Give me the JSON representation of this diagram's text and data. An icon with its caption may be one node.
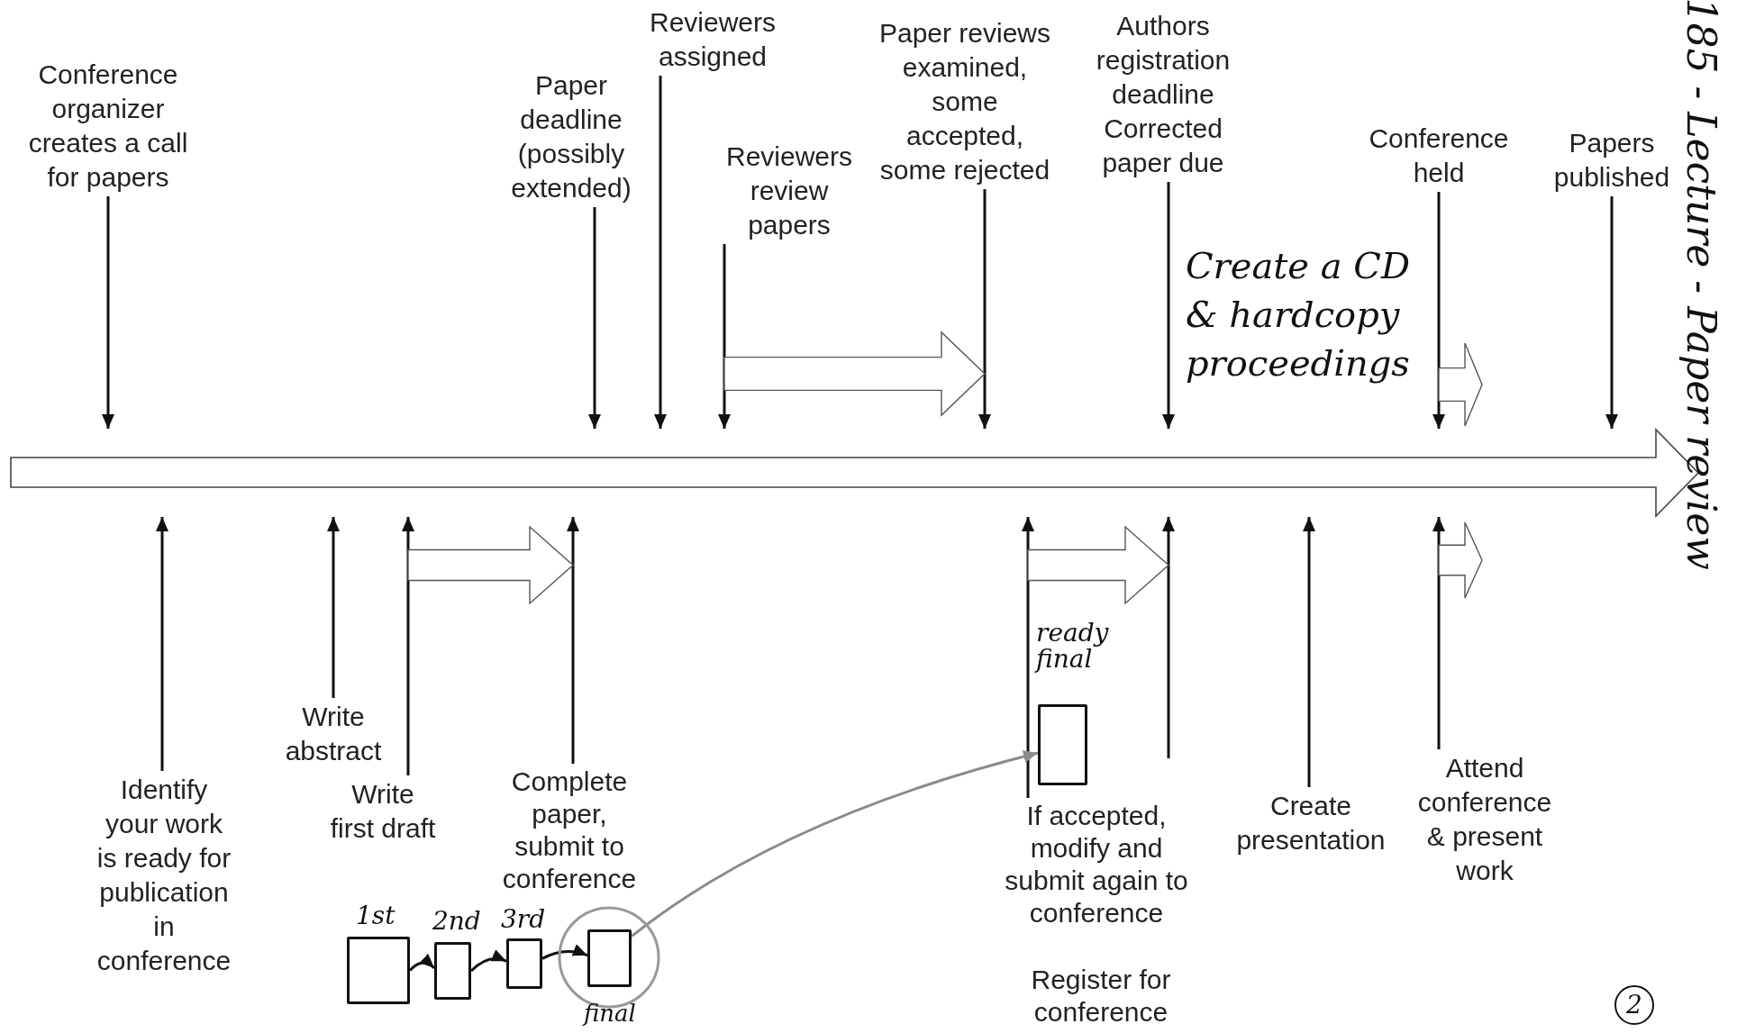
{
  "diagram": {
    "nodes": [
      {
        "text": [],
        "shape": "arrow"
      },
      {
        "text": [
          "Conference organizer creates a call for papers"
        ]
      },
      {
        "text": [
          "Paper deadline (possibly extended)"
        ]
      },
      {
        "text": [
          "Reviewers assigned"
        ]
      },
      {
        "text": [
          "Reviewers review papers"
        ]
      },
      {
        "text": [
          "Paper reviews examined, some accepted, some rejected"
        ]
      },
      {
        "text": [
          "Authors registration deadline",
          "Corrected paper due"
        ]
      },
      {
        "text": [
          "Conference held"
        ]
      },
      {
        "text": [
          "Papers published"
        ]
      },
      {
        "text": [
          "Identify your work is ready for publication in conference"
        ]
      },
      {
        "text": [
          "Write abstract"
        ]
      },
      {
        "text": [
          "Write first draft"
        ]
      },
      {
        "text": [
          "Complete paper, submit to conference"
        ]
      },
      {
        "text": [
          "If accepted, modify and submit again to conference"
        ]
      },
      {
        "text": [
          "Register for conference"
        ]
      },
      {
        "text": [
          "Create presentation"
        ]
      },
      {
        "text": [
          "Attend conference & present work"
        ]
      },
      {
        "text": [],
        "shape": "box",
        "beside": [
          "1st"
        ]
      },
      {
        "text": [],
        "shape": "box",
        "beside": [
          "2nd"
        ]
      },
      {
        "text": [],
        "shape": "box",
        "beside": [
          "3rd"
        ]
      },
      {
        "text": [],
        "shape": "box",
        "beside": [
          "final"
        ]
      },
      {
        "text": [],
        "shape": "box",
        "beside": [
          "ready final"
        ]
      }
    ],
    "edges": [
      {
        "from": 1,
        "to": 0,
        "arrow": "to"
      },
      {
        "from": 2,
        "to": 0,
        "arrow": "to"
      },
      {
        "from": 3,
        "to": 0,
        "arrow": "to"
      },
      {
        "from": 4,
        "to": 0,
        "arrow": "to"
      },
      {
        "from": 5,
        "to": 0,
        "arrow": "to"
      },
      {
        "from": 6,
        "to": 0,
        "arrow": "to"
      },
      {
        "from": 7,
        "to": 0,
        "arrow": "to"
      },
      {
        "from": 8,
        "to": 0,
        "arrow": "to"
      },
      {
        "from": 9,
        "to": 0,
        "arrow": "to"
      },
      {
        "from": 10,
        "to": 0,
        "arrow": "to"
      },
      {
        "from": 11,
        "to": 0,
        "arrow": "to"
      },
      {
        "from": 12,
        "to": 0,
        "arrow": "to"
      },
      {
        "from": 13,
        "to": 0,
        "arrow": "to"
      },
      {
        "from": null,
        "to": 0,
        "arrow": "to"
      },
      {
        "from": 15,
        "to": 0,
        "arrow": "to"
      },
      {
        "from": 16,
        "to": 0,
        "arrow": "to"
      },
      {
        "from": 17,
        "to": 18,
        "arrow": "to"
      },
      {
        "from": 18,
        "to": 19,
        "arrow": "to"
      },
      {
        "from": 19,
        "to": 20,
        "arrow": "to"
      },
      {
        "from": 20,
        "to": 21,
        "arrow": "to",
        "color": "#8a8a8a"
      }
    ],
    "labels": [
      "Create a CD & hardcopy proceedings",
      "185 - Lecture - Paper review",
      "2"
    ]
  }
}
